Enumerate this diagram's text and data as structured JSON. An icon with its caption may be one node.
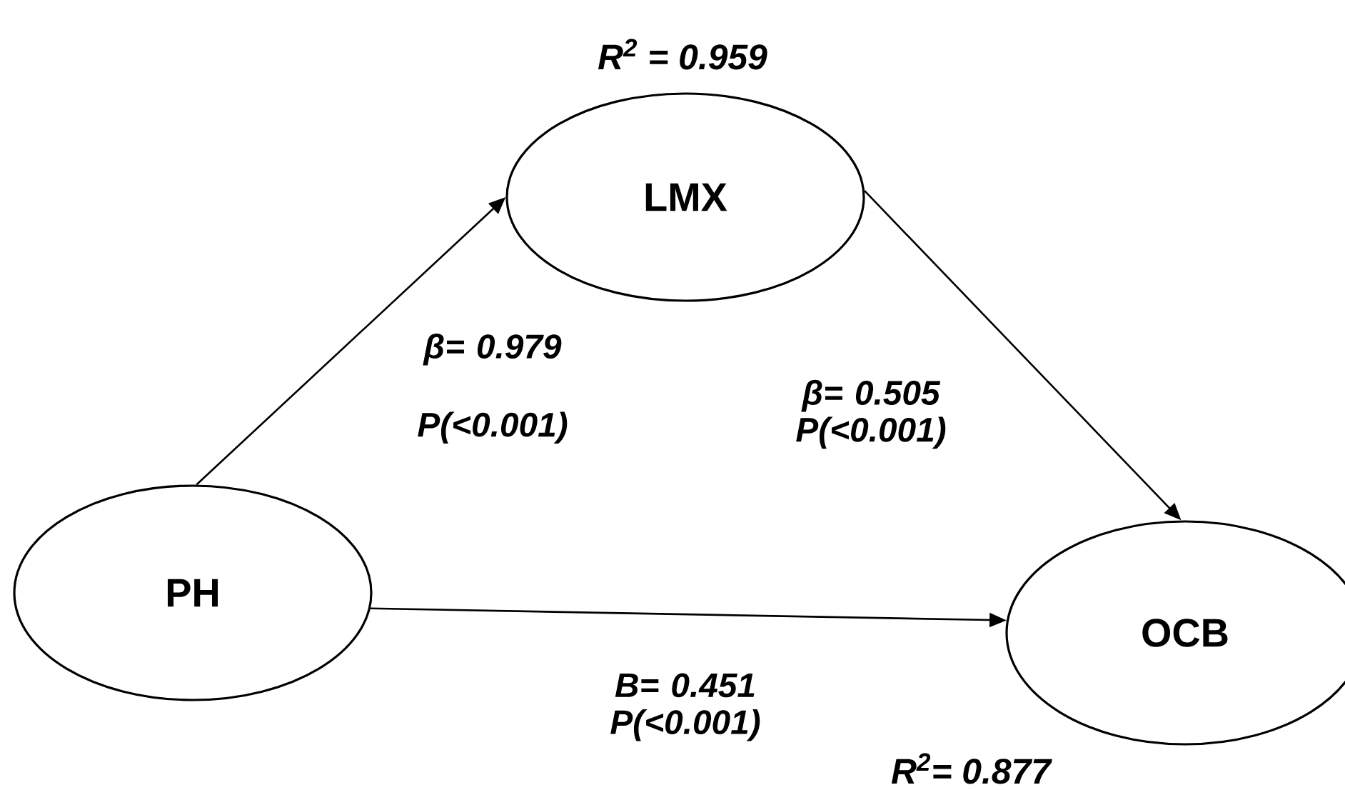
{
  "diagram": {
    "nodes": [
      {
        "text": [
          "LMX"
        ],
        "beside": [
          "R$^{2}$ = 0.959"
        ]
      },
      {
        "text": [
          "PH"
        ]
      },
      {
        "text": [
          "OCB"
        ],
        "beside": [
          "R$^{2}$= 0.877"
        ]
      }
    ],
    "edges": [
      {
        "from": 1,
        "to": 0,
        "arrow": "to",
        "label": "β= 0.979 P(<0.001)"
      },
      {
        "from": 0,
        "to": 2,
        "arrow": "to",
        "label": "β= 0.505 P(<0.001)"
      },
      {
        "from": 1,
        "to": 2,
        "arrow": "to",
        "label": "B= 0.451 P(<0.001)"
      }
    ]
  }
}
